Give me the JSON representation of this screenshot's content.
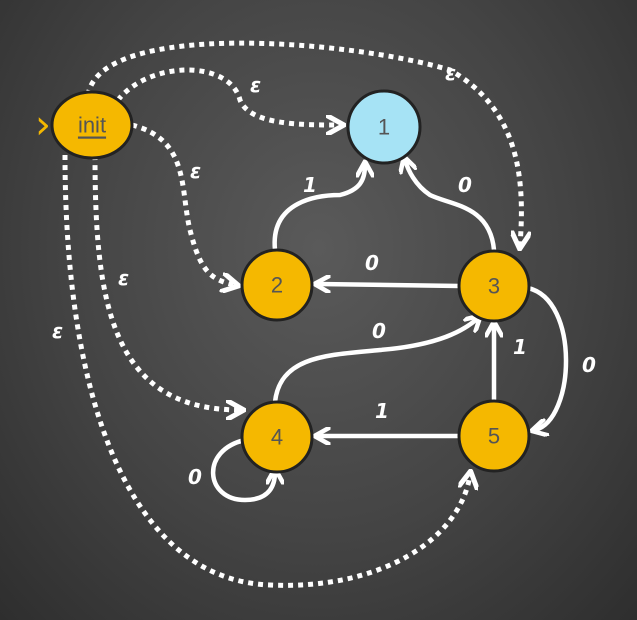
{
  "diagram": {
    "start_marker": "›",
    "nodes": [
      {
        "id": "init",
        "label": "init",
        "color": "#f5b800"
      },
      {
        "id": "1",
        "label": "1",
        "color": "#a6e3f5"
      },
      {
        "id": "2",
        "label": "2",
        "color": "#f5b800"
      },
      {
        "id": "3",
        "label": "3",
        "color": "#f5b800"
      },
      {
        "id": "4",
        "label": "4",
        "color": "#f5b800"
      },
      {
        "id": "5",
        "label": "5",
        "color": "#f5b800"
      }
    ],
    "edges": [
      {
        "from": "init",
        "to": "1",
        "label": "ε",
        "style": "dotted"
      },
      {
        "from": "init",
        "to": "3",
        "label": "ε",
        "style": "dotted"
      },
      {
        "from": "init",
        "to": "2",
        "label": "ε",
        "style": "dotted"
      },
      {
        "from": "init",
        "to": "4",
        "label": "ε",
        "style": "dotted"
      },
      {
        "from": "init",
        "to": "5",
        "label": "ε",
        "style": "dotted"
      },
      {
        "from": "2",
        "to": "1",
        "label": "1",
        "style": "solid"
      },
      {
        "from": "3",
        "to": "1",
        "label": "0",
        "style": "solid"
      },
      {
        "from": "3",
        "to": "2",
        "label": "0",
        "style": "solid"
      },
      {
        "from": "3",
        "to": "5",
        "label": "0",
        "style": "solid"
      },
      {
        "from": "4",
        "to": "3",
        "label": "0",
        "style": "solid"
      },
      {
        "from": "5",
        "to": "3",
        "label": "1",
        "style": "solid"
      },
      {
        "from": "5",
        "to": "4",
        "label": "1",
        "style": "solid"
      },
      {
        "from": "4",
        "to": "4",
        "label": "0",
        "style": "solid"
      }
    ]
  }
}
